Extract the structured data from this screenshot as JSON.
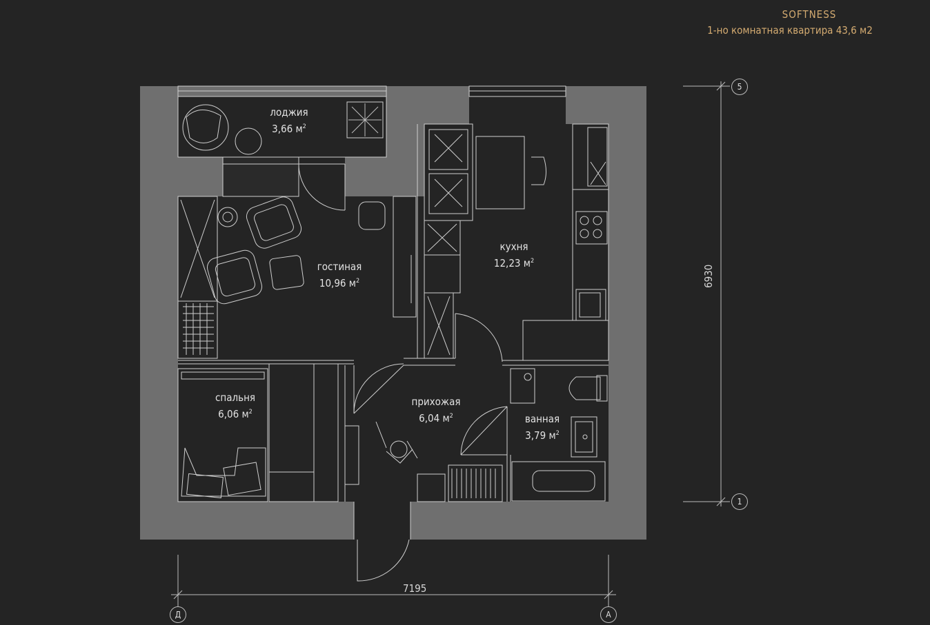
{
  "header": {
    "brand": "SOFTNESS",
    "subtitle": "1-но комнатная квартира 43,6 м2"
  },
  "rooms": [
    {
      "name": "лоджия",
      "area": "3,66 м",
      "sup": "2"
    },
    {
      "name": "гостиная",
      "area": "10,96 м",
      "sup": "2"
    },
    {
      "name": "кухня",
      "area": "12,23 м",
      "sup": "2"
    },
    {
      "name": "спальня",
      "area": "6,06 м",
      "sup": "2"
    },
    {
      "name": "прихожая",
      "area": "6,04 м",
      "sup": "2"
    },
    {
      "name": "ванная",
      "area": "3,79 м",
      "sup": "2"
    }
  ],
  "dimensions": {
    "width": "7195",
    "height": "6930"
  },
  "axes": {
    "top": "5",
    "bottom": "1",
    "left": "Д",
    "right": "А"
  },
  "colors": {
    "background": "#242424",
    "wall": "#6f6f6f",
    "line": "#cfcfcf",
    "accent": "#d4ab71"
  }
}
